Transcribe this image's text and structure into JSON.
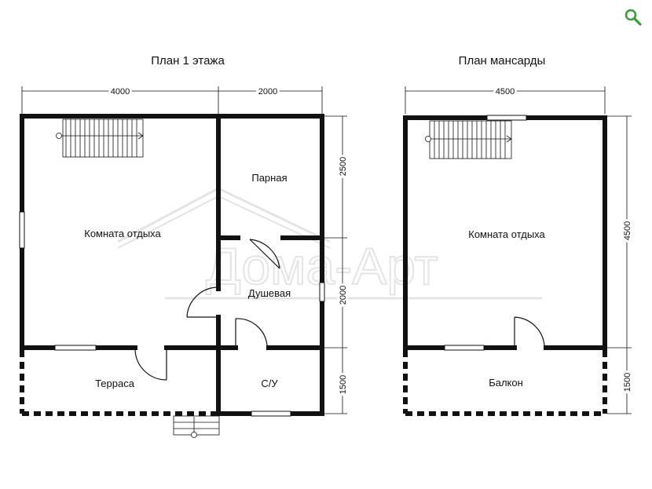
{
  "icons": {
    "zoom": "magnifier-zoom-icon",
    "accent": "#3a9d3a"
  },
  "watermark": {
    "text": "Дома-Арт",
    "color": "#e2e2e2"
  },
  "wall_color": "#111111",
  "plan1": {
    "title": "План 1 этажа",
    "dims": {
      "top_left": "4000",
      "top_right": "2000",
      "right_1": "2500",
      "right_2": "2000",
      "right_3": "1500"
    },
    "rooms": {
      "living": "Комната отдыха",
      "steam": "Парная",
      "shower": "Душевая",
      "terrace": "Терраса",
      "wc": "С/У"
    }
  },
  "plan2": {
    "title": "План мансарды",
    "dims": {
      "top": "4500",
      "right_1": "4500",
      "right_2": "1500"
    },
    "rooms": {
      "living": "Комната отдыха",
      "balcony": "Балкон"
    }
  }
}
